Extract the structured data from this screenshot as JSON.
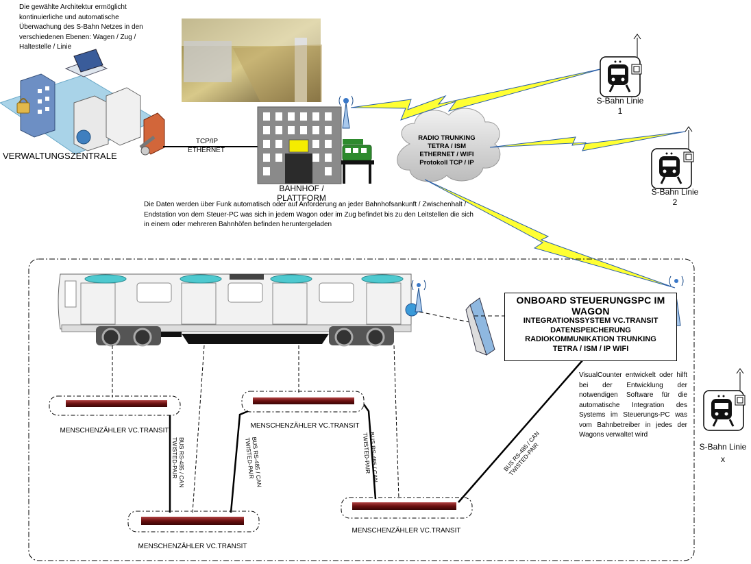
{
  "intro_text": "Die gewählte Architektur ermöglicht kontinuierliche und automatische Überwachung des S-Bahn Netzes in den verschiedenen Ebenen:  Wagen / Zug / Haltestelle / Linie",
  "admin_label": "VERWALTUNGSZENTRALE",
  "link_label_1": "TCP/IP",
  "link_label_2": "ETHERNET",
  "station_label": "BAHNHOF / PLATTFORM",
  "cloud": {
    "line1": "RADIO TRUNKING",
    "line2": "TETRA / ISM",
    "line3": "ETHERNET / WIFI",
    "line4": "Protokoll TCP / IP"
  },
  "lines": [
    {
      "name": "S-Bahn Linie",
      "num": "1"
    },
    {
      "name": "S-Bahn Linie",
      "num": "2"
    },
    {
      "name": "S-Bahn Linie",
      "num": "x"
    }
  ],
  "download_text": "Die Daten werden über Funk automatisch oder auf Anforderung an jeder Bahnhofsankunft / Zwischenhalt / Endstation  von dem Steuer-PC was sich in jedem Wagon oder im Zug befindet bis zu den Leitstellen die sich in einem oder mehreren Bahnhöfen befinden heruntergeladen",
  "onboard": {
    "title": "ONBOARD STEUERUNGSPC IM WAGON",
    "l1": "INTEGRATIONSSYSTEM VC.TRANSIT",
    "l2": "DATENSPEICHERUNG",
    "l3": "RADIOKOMMUNIKATION TRUNKING",
    "l4": "TETRA / ISM  / IP WIFI"
  },
  "vc_text": "VisualCounter entwickelt oder hilft bei der Entwicklung der notwendigen Software für die automatische Integration des Systems im Steuerungs-PC was vom Bahnbetreiber in jedes der Wagons verwaltet wird",
  "counter_label": "MENSCHENZÄHLER VC.TRANSIT",
  "bus": {
    "l1": "BUS RS-485 / CAN",
    "l2": "TWISTED-PAIR"
  }
}
